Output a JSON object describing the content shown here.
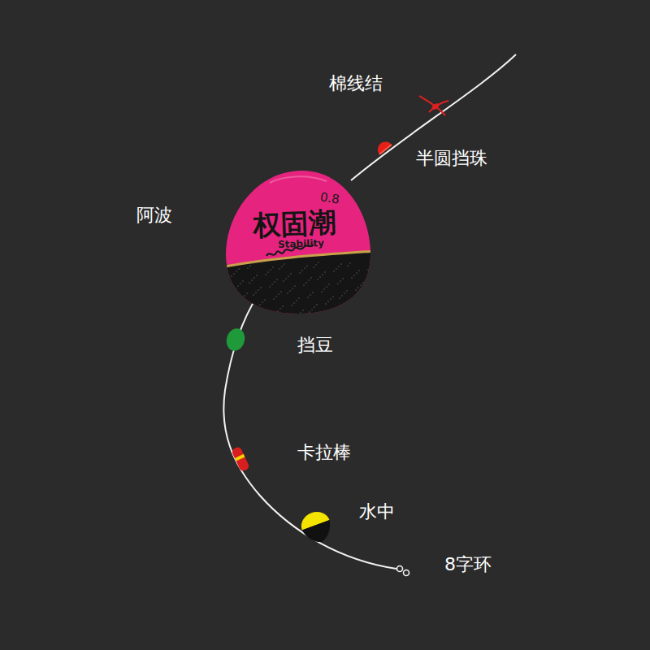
{
  "diagram": {
    "nodes": [
      {
        "text": [
          "0.8",
          "权固潮",
          "Stability"
        ]
      }
    ],
    "labels": [
      "棉线结",
      "半圆挡珠",
      "阿波",
      "挡豆",
      "卡拉棒",
      "水中",
      "8字环"
    ]
  }
}
